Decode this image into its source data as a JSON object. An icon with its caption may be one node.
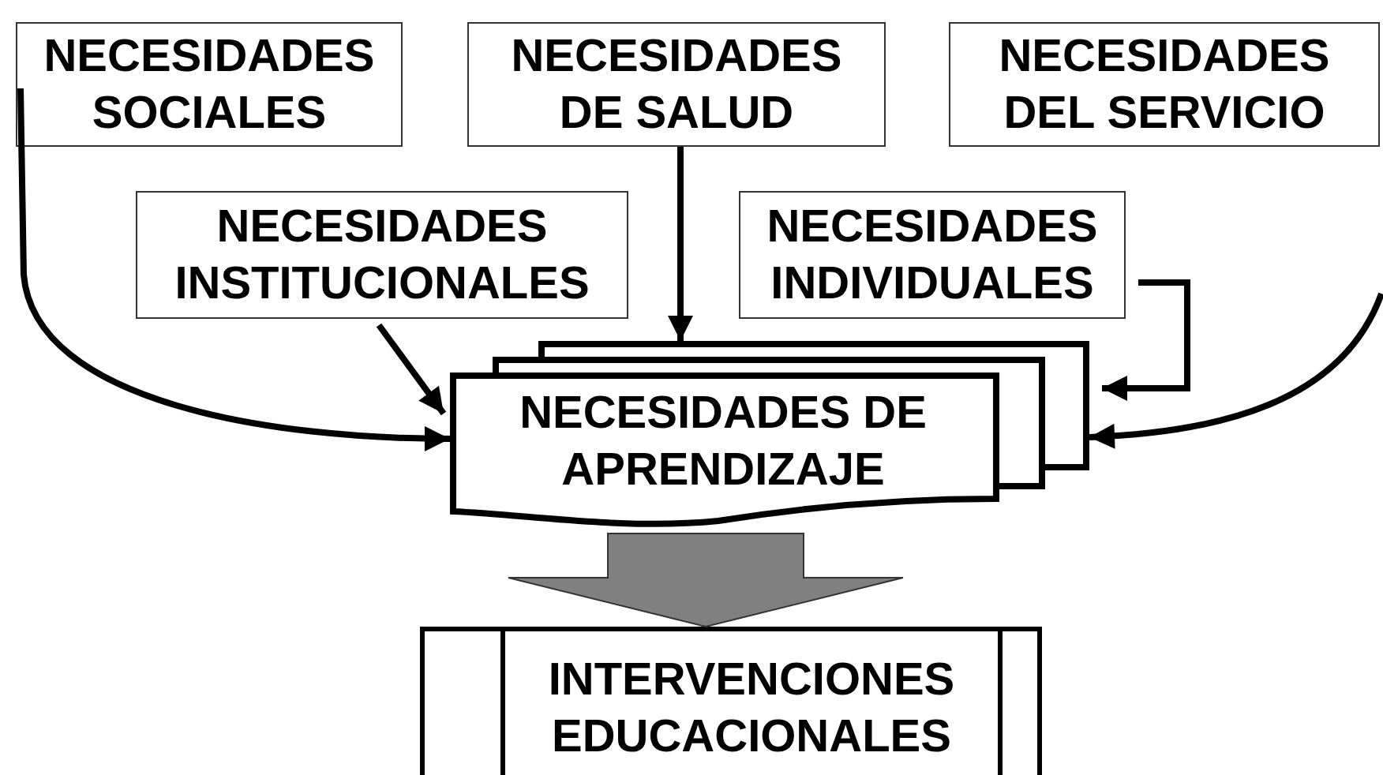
{
  "diagram": {
    "nodes": [
      {
        "text": [
          "NECESIDADES SOCIALES"
        ]
      },
      {
        "text": [
          "NECESIDADES DE SALUD"
        ]
      },
      {
        "text": [
          "NECESIDADES DEL SERVICIO"
        ]
      },
      {
        "text": [
          "NECESIDADES INSTITUCIONALES"
        ]
      },
      {
        "text": [
          "NECESIDADES INDIVIDUALES"
        ]
      },
      {
        "text": [
          "NECESIDADES DE APRENDIZAJE"
        ]
      },
      {
        "text": [
          "INTERVENCIONES EDUCACIONALES"
        ]
      }
    ],
    "edges": [
      {
        "from": 0,
        "to": 5,
        "arrow": "to"
      },
      {
        "from": 1,
        "to": 5,
        "arrow": "to"
      },
      {
        "from": 3,
        "to": 5,
        "arrow": "to"
      },
      {
        "from": 4,
        "to": 5,
        "arrow": "to"
      },
      {
        "from": null,
        "to": 5,
        "arrow": "to"
      },
      {
        "from": 5,
        "to": 6,
        "arrow": "to",
        "style": "thick",
        "color": "#808080"
      }
    ]
  }
}
